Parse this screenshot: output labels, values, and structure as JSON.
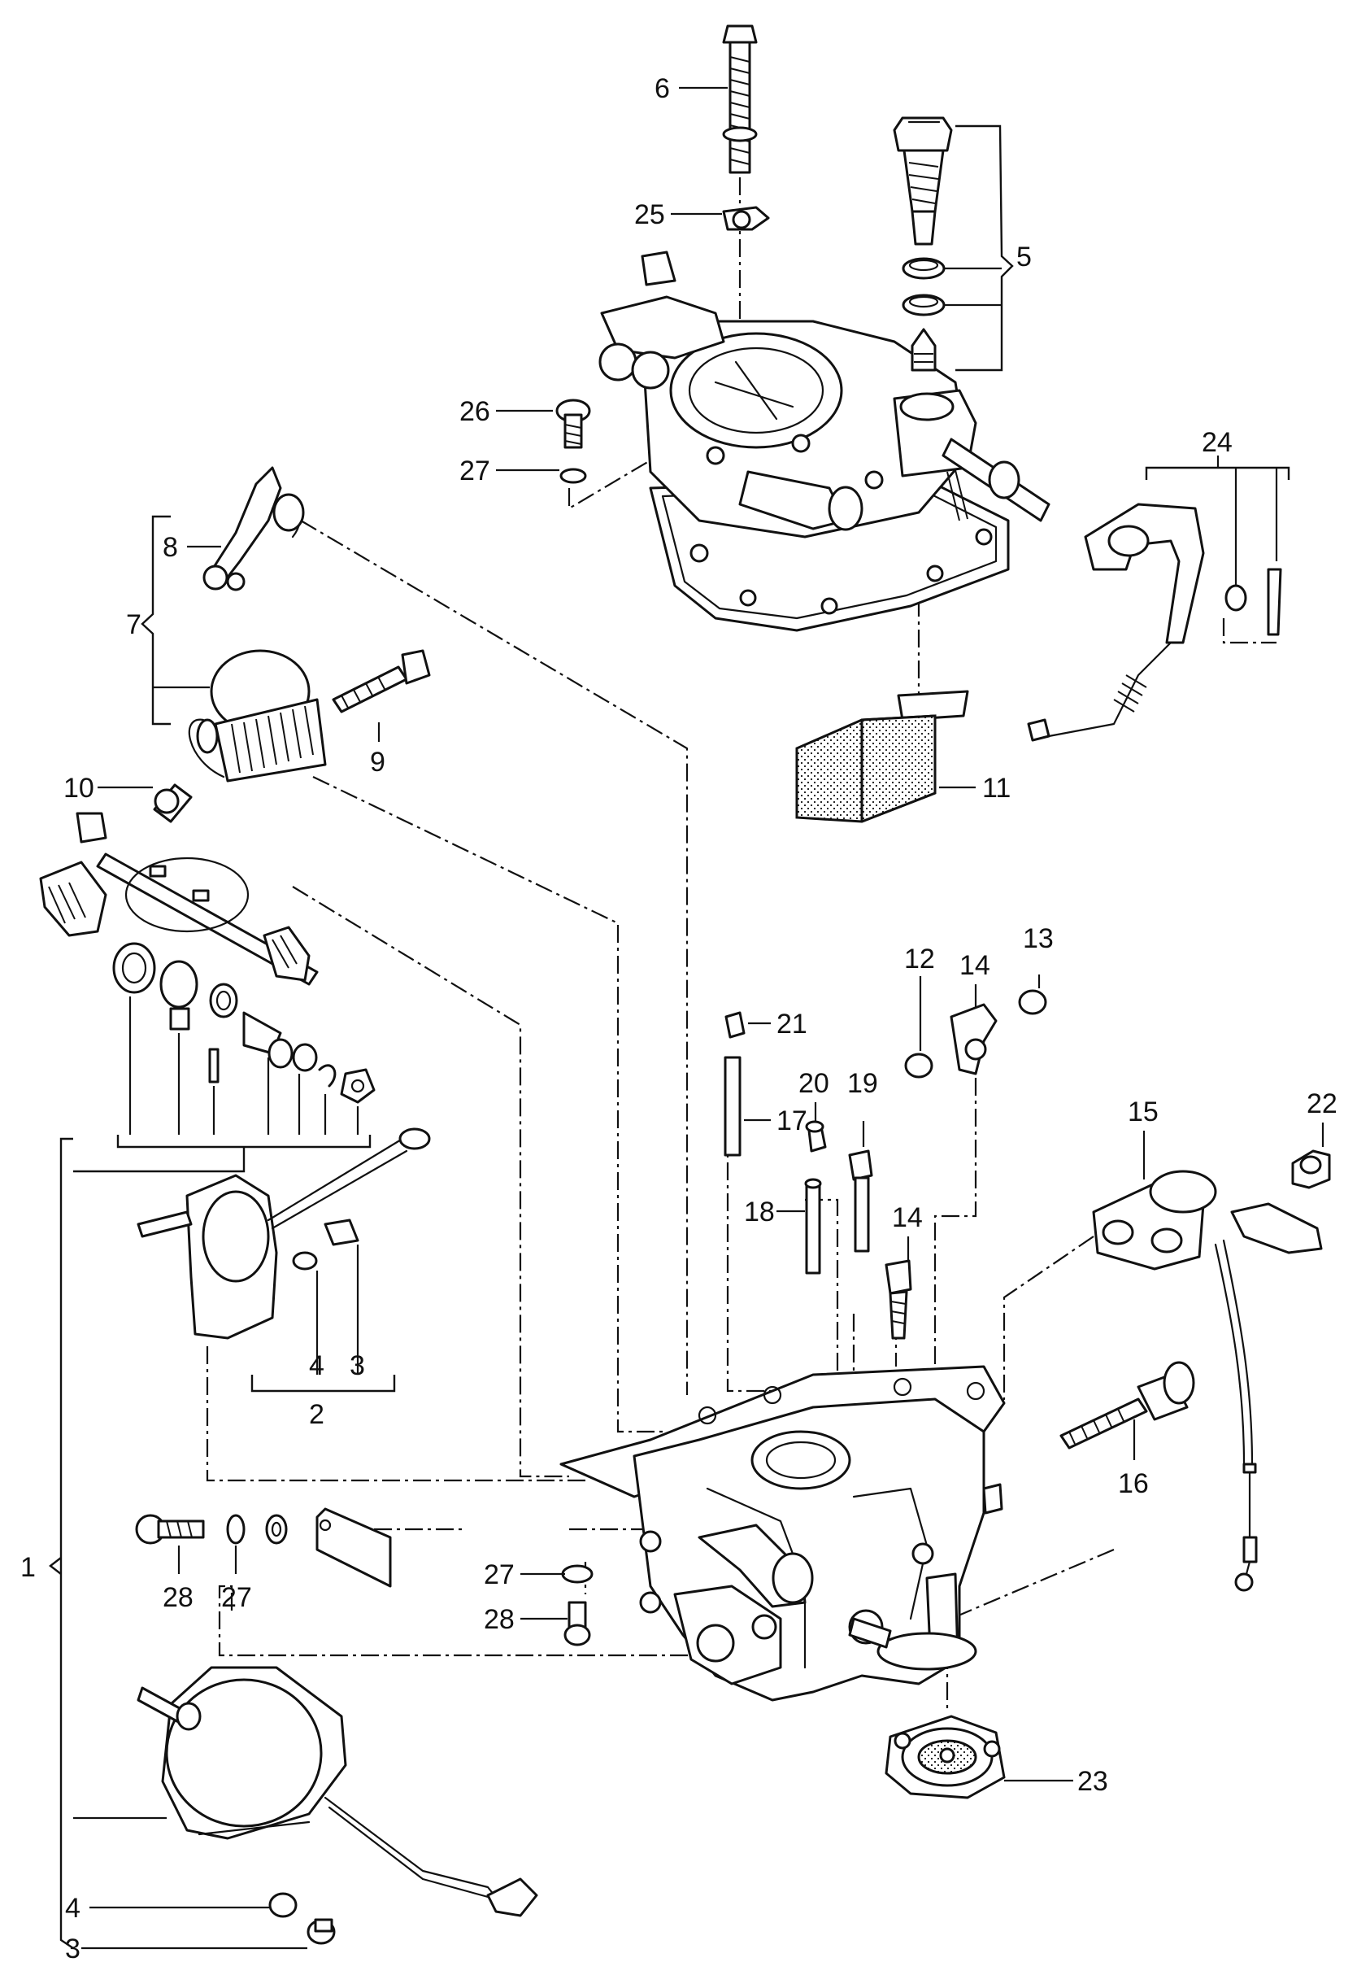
{
  "diagram": {
    "callouts": {
      "c1": "1",
      "c2": "2",
      "c3a": "3",
      "c3b": "3",
      "c4a": "4",
      "c4b": "4",
      "c5": "5",
      "c6": "6",
      "c7": "7",
      "c8": "8",
      "c9": "9",
      "c10": "10",
      "c11": "11",
      "c12": "12",
      "c13": "13",
      "c14a": "14",
      "c14b": "14",
      "c15": "15",
      "c16": "16",
      "c17": "17",
      "c18": "18",
      "c19": "19",
      "c20": "20",
      "c21": "21",
      "c22": "22",
      "c23": "23",
      "c24": "24",
      "c25": "25",
      "c26": "26",
      "c27a": "27",
      "c27b": "27",
      "c27c": "27",
      "c28a": "28",
      "c28b": "28"
    }
  }
}
